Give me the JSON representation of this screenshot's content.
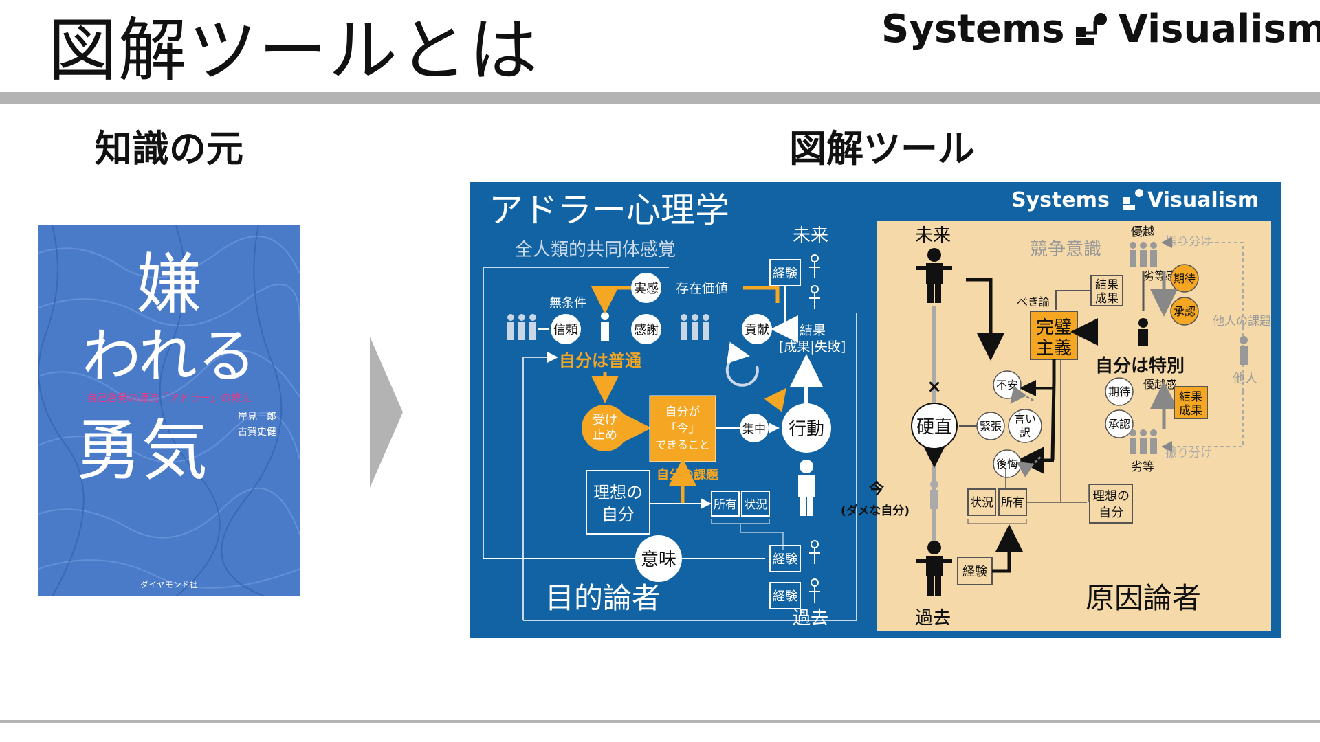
{
  "header": {
    "title": "図解ツールとは",
    "brand_left": "Systems",
    "brand_right": "Visualism"
  },
  "columns": {
    "left_heading": "知識の元",
    "right_heading": "図解ツール"
  },
  "book": {
    "title_line1": "嫌",
    "title_line2": "われる",
    "title_line3": "勇気",
    "subtitle": "自己啓発の源流「アドラー」の教え",
    "author1": "岸見一郎",
    "author2": "古賀史健",
    "publisher": "ダイヤモンド社"
  },
  "diagram": {
    "title": "アドラー心理学",
    "brand_left": "Systems",
    "brand_right": "Visualism",
    "left": {
      "community": "全人類的共同体感覚",
      "mujouken": "無条件",
      "shinrai": "信頼",
      "jikkan": "実感",
      "sonzai": "存在価値",
      "kansha": "感謝",
      "kouken": "貢献",
      "mirai": "未来",
      "keiken": "経験",
      "kekka": "結果",
      "seika_shippai": "[成果|失敗]",
      "futsu": "自分は普通",
      "ukeire1": "受け",
      "ukeire2": "止め",
      "ima1": "自分が",
      "ima2": "「今」",
      "ima3": "できること",
      "shuchu": "集中",
      "koudou": "行動",
      "kadai": "自分の課題",
      "risou1": "理想の",
      "risou2": "自分",
      "shoyu": "所有",
      "jokyo": "状況",
      "imi": "意味",
      "kako": "過去",
      "mokuteki": "目的論者"
    },
    "center": {
      "ima": "今",
      "dame": "(ダメな自分)"
    },
    "right": {
      "mirai": "未来",
      "kyoso": "競争意識",
      "yuetsu": "優越",
      "furiwake": "振り分け",
      "kekka1": "結果",
      "kekka2": "成果",
      "beki": "べき論",
      "kanpeki1": "完璧",
      "kanpeki2": "主義",
      "retto_kan": "劣等感",
      "kitai": "期待",
      "shonin": "承認",
      "tokubetsu": "自分は特別",
      "tanin_kadai": "他人の課題",
      "tanin": "他人",
      "fuan": "不安",
      "kincho": "緊張",
      "iiwake1": "言い",
      "iiwake2": "訳",
      "kokai": "後悔",
      "kochoku": "硬直",
      "yuetsu_kan": "優越感",
      "retto": "劣等",
      "jokyo": "状況",
      "shoyu": "所有",
      "risou1": "理想の",
      "risou2": "自分",
      "keiken": "経験",
      "kako": "過去",
      "genin": "原因論者"
    }
  }
}
